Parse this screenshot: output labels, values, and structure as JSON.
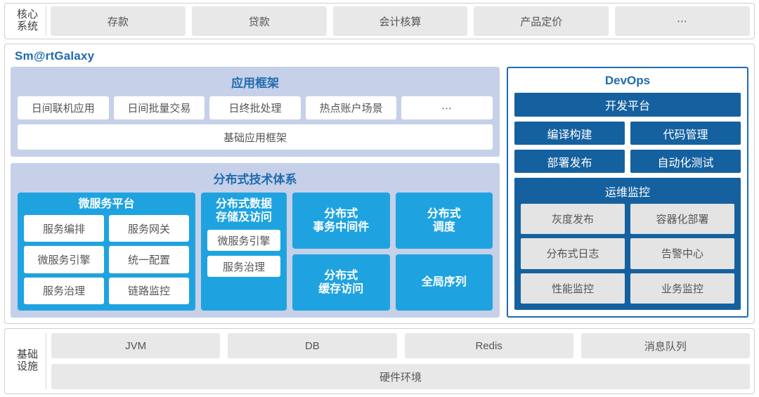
{
  "core_systems": {
    "label": "核心\n系统",
    "label_line1": "核心",
    "label_line2": "系统",
    "items": [
      {
        "label": "存款"
      },
      {
        "label": "贷款"
      },
      {
        "label": "会计核算"
      },
      {
        "label": "产品定价"
      },
      {
        "label": "⋯"
      }
    ]
  },
  "platform": {
    "brand": "Sm@rtGalaxy",
    "application_framework": {
      "title": "应用框架",
      "chips": [
        {
          "label": "日间联机应用"
        },
        {
          "label": "日间批量交易"
        },
        {
          "label": "日终批处理"
        },
        {
          "label": "热点账户场景"
        },
        {
          "label": "⋯"
        }
      ],
      "base": {
        "label": "基础应用框架"
      }
    },
    "distributed_tech": {
      "title": "分布式技术体系",
      "microservice_platform": {
        "title": "微服务平台",
        "cells": [
          {
            "label": "服务编排"
          },
          {
            "label": "服务网关"
          },
          {
            "label": "微服务引擎"
          },
          {
            "label": "统一配置"
          },
          {
            "label": "服务治理"
          },
          {
            "label": "链路监控"
          }
        ]
      },
      "data_storage": {
        "title": "分布式数据\n存储及访问",
        "title_line1": "分布式数据",
        "title_line2": "存储及访问",
        "cells": [
          {
            "label": "微服务引擎"
          },
          {
            "label": "服务治理"
          }
        ]
      },
      "tiles": [
        {
          "line1": "分布式",
          "line2": "事务中间件"
        },
        {
          "line1": "分布式",
          "line2": "调度"
        },
        {
          "line1": "分布式",
          "line2": "缓存访问"
        },
        {
          "line1": "全局序列",
          "line2": ""
        }
      ]
    },
    "devops": {
      "title": "DevOps",
      "platform": {
        "label": "开发平台"
      },
      "items": [
        {
          "label": "编译构建"
        },
        {
          "label": "代码管理"
        },
        {
          "label": "部署发布"
        },
        {
          "label": "自动化测试"
        }
      ],
      "ops_monitoring": {
        "title": "运维监控",
        "cells": [
          {
            "label": "灰度发布"
          },
          {
            "label": "容器化部署"
          },
          {
            "label": "分布式日志"
          },
          {
            "label": "告警中心"
          },
          {
            "label": "性能监控"
          },
          {
            "label": "业务监控"
          }
        ]
      }
    }
  },
  "infrastructure": {
    "label_line1": "基础",
    "label_line2": "设施",
    "items": [
      {
        "label": "JVM"
      },
      {
        "label": "DB"
      },
      {
        "label": "Redis"
      },
      {
        "label": "消息队列"
      }
    ],
    "hardware": {
      "label": "硬件环境"
    }
  },
  "colors": {
    "brand_blue": "#1f6bb0",
    "cyan": "#1fa3e0",
    "dark_blue": "#15619f",
    "lavender": "#c6d0e8",
    "gray_box": "#e8e8e8",
    "ops_cell": "#e4e4e4",
    "border_gray": "#cfcfcf"
  }
}
